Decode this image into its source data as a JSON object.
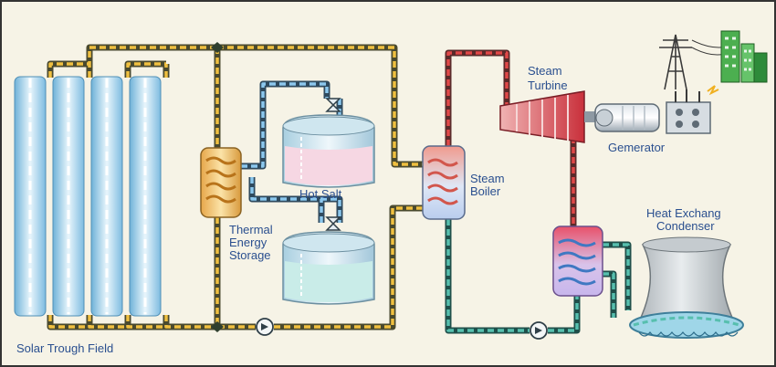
{
  "labels": {
    "solar_field": "Solar Trough Field",
    "thermal_storage": [
      "Thermal",
      "Energy",
      "Storage"
    ],
    "hot_salt": "Hot Salt",
    "steam_boiler": [
      "Steam",
      "Boiler"
    ],
    "steam_turbine": [
      "Steam",
      "Turbine"
    ],
    "generator": "Gemerator",
    "condenser": [
      "Heat Exchang",
      "Condenser"
    ]
  },
  "colors": {
    "background": "#f6f3e6",
    "solar_loop": "#e6b23a",
    "hot_salt_loop": "#76b7e0",
    "steam_loop": "#d83a3a",
    "water_loop": "#3f9b8e",
    "label_text": "#2a4f8f"
  },
  "icons": [
    "pump-icon",
    "valve-icon",
    "power-pylon-icon",
    "transformer-icon",
    "city-buildings-icon"
  ]
}
